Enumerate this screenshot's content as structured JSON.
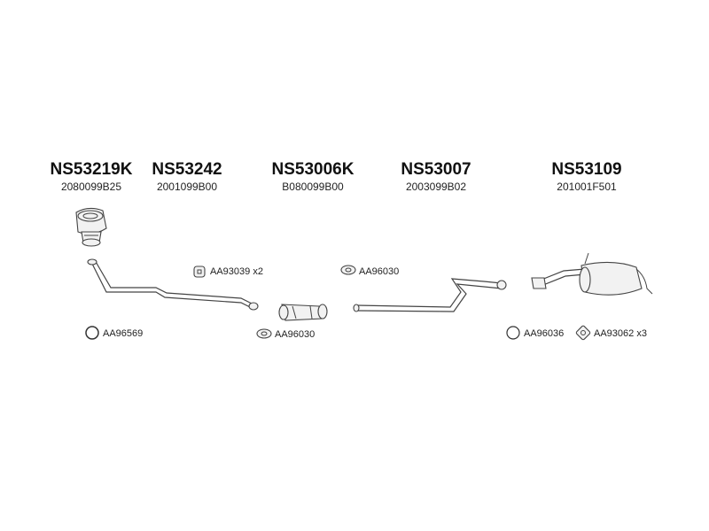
{
  "parts": [
    {
      "code": "NS53219K",
      "ref": "2080099B25"
    },
    {
      "code": "NS53242",
      "ref": "2001099B00"
    },
    {
      "code": "NS53006K",
      "ref": "B080099B00"
    },
    {
      "code": "NS53007",
      "ref": "2003099B02"
    },
    {
      "code": "NS53109",
      "ref": "201001F501"
    }
  ],
  "accessories": [
    {
      "code": "AA93039",
      "qty": "x2"
    },
    {
      "code": "AA96030",
      "qty": ""
    },
    {
      "code": "AA96569",
      "qty": ""
    },
    {
      "code": "AA96030",
      "qty": ""
    },
    {
      "code": "AA96036",
      "qty": ""
    },
    {
      "code": "AA93062",
      "qty": "x3"
    }
  ]
}
